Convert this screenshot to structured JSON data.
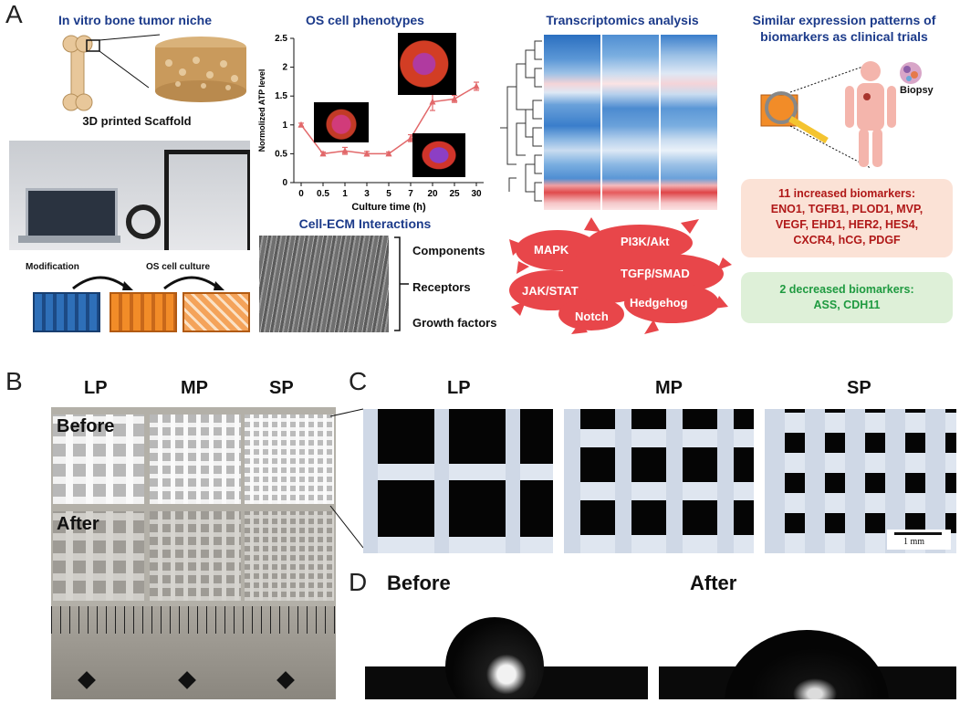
{
  "panel_a": {
    "letter": "A",
    "niche_title": "In vitro bone tumor niche",
    "scaffold_label": "3D printed Scaffold",
    "modification_label": "Modification",
    "culture_label": "OS cell culture",
    "phenotypes_title": "OS cell phenotypes",
    "ecm_title": "Cell-ECM Interactions",
    "ecm_items": [
      "Components",
      "Receptors",
      "Growth factors"
    ],
    "transcriptomics_title": "Transcriptomics analysis",
    "pathways": [
      "MAPK",
      "PI3K/Akt",
      "TGFβ/SMAD",
      "JAK/STAT",
      "Hedgehog",
      "Notch"
    ],
    "clinical_title_line1": "Similar expression patterns of",
    "clinical_title_line2": "biomarkers as clinical trials",
    "biopsy_label": "Biopsy",
    "increased_lines": [
      "11 increased biomarkers:",
      "ENO1, TGFB1, PLOD1, MVP,",
      "VEGF, EHD1, HER2, HES4,",
      "CXCR4, hCG, PDGF"
    ],
    "decreased_lines": [
      "2 decreased biomarkers:",
      "ASS, CDH11"
    ]
  },
  "chart_data": {
    "type": "line",
    "categories": [
      "0",
      "0.5",
      "1",
      "3",
      "5",
      "7",
      "20",
      "25",
      "30"
    ],
    "values": [
      1.0,
      0.5,
      0.55,
      0.5,
      0.5,
      0.77,
      1.4,
      1.45,
      1.67
    ],
    "errors": [
      0.03,
      0.03,
      0.06,
      0.04,
      0.03,
      0.06,
      0.15,
      0.06,
      0.07
    ],
    "xlabel": "Culture time (h)",
    "ylabel": "Normolized ATP level",
    "ylim": [
      0,
      2.5
    ],
    "yticks": [
      "0",
      "0.5",
      "1",
      "1.5",
      "2",
      "2.5"
    ],
    "color": "#e2686a"
  },
  "panel_b": {
    "letter": "B",
    "columns": [
      "LP",
      "MP",
      "SP"
    ],
    "before_label": "Before",
    "after_label": "After"
  },
  "panel_c": {
    "letter": "C",
    "columns": [
      "LP",
      "MP",
      "SP"
    ],
    "scale_bar": "1 mm"
  },
  "panel_d": {
    "letter": "D",
    "before_label": "Before",
    "after_label": "After"
  },
  "colors": {
    "title_blue": "#1b3a8a",
    "pathway_red": "#e8464a",
    "scaffold_blue": "#2e6fb8",
    "scaffold_orange": "#f28c28"
  }
}
